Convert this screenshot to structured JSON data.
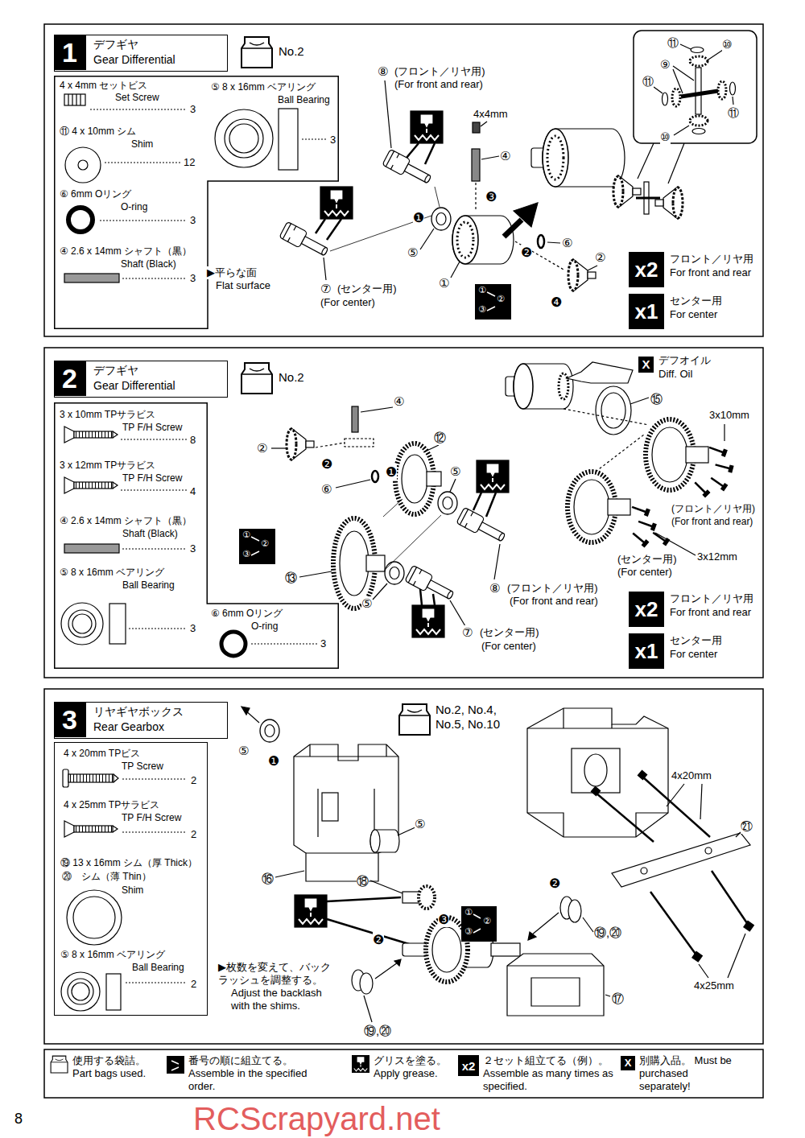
{
  "diagram": {
    "nodes": [
      {
        "text": [
          "1",
          "デフギヤ",
          "Gear Differential"
        ]
      },
      {
        "text": [
          "No.2"
        ]
      },
      {
        "text": [
          "4 x 4mm セットビス",
          "Set Screw",
          "3",
          "⑪ 4 x 10mm シム",
          "Shim",
          "12",
          "⑥ 6mm Oリング",
          "O-ring",
          "3",
          "④ 2.6 x 14mm シャフト（黒）",
          "Shaft (Black)",
          "3",
          "⑤ 8 x 16mm ベアリング",
          "Ball Bearing",
          "3"
        ]
      },
      {
        "text": [
          "①",
          "②",
          "③"
        ]
      },
      {
        "text": [
          "x2",
          "フロント／リヤ用",
          "For front and rear"
        ]
      },
      {
        "text": [
          "x1",
          "センター用",
          "For center"
        ]
      },
      {
        "text": [
          "2",
          "デフギヤ",
          "Gear Differential"
        ]
      },
      {
        "text": [
          "No.2"
        ]
      },
      {
        "text": [
          "3 x 10mm TPサラビス",
          "TP F/H Screw",
          "8",
          "3 x 12mm TPサラビス",
          "TP F/H Screw",
          "4",
          "④ 2.6 x 14mm シャフト（黒）",
          "Shaft (Black)",
          "3",
          "⑤ 8 x 16mm ベアリング",
          "Ball Bearing",
          "3",
          "⑥ 6mm Oリング",
          "O-ring",
          "3"
        ]
      },
      {
        "text": [
          "①",
          "②",
          "③"
        ]
      },
      {
        "text": [
          "x2",
          "フロント／リヤ用",
          "For front and rear"
        ]
      },
      {
        "text": [
          "x1",
          "センター用",
          "For center"
        ]
      },
      {
        "text": [
          "X",
          "デフオイル",
          "Diff. Oil"
        ]
      },
      {
        "text": [
          "3",
          "リヤギヤボックス",
          "Rear Gearbox"
        ]
      },
      {
        "text": [
          "No.2, No.4, No.5, No.10"
        ]
      },
      {
        "text": [
          "4 x 20mm TPビス",
          "TP Screw",
          "2",
          "4 x 25mm TPサラビス",
          "TP F/H Screw",
          "2",
          "⑲ 13 x 16mm シム（厚 Thick）",
          "⑳",
          "シム（薄 Thin）",
          "Shim",
          "⑤ 8 x 16mm ベアリング",
          "Ball Bearing",
          "2"
        ]
      },
      {
        "text": [
          "①",
          "②",
          "③"
        ]
      }
    ],
    "labels": [
      "⑧",
      "(フロント／リヤ用)",
      "(For front and rear)",
      "4x4mm",
      "④",
      "❸",
      "❶",
      "⑤",
      "①",
      "❷",
      "⑥",
      "②",
      "❹",
      "⑦",
      "(センター用)",
      "(For center)",
      "▶平らな面",
      "Flat surface",
      "⑪",
      "⑩",
      "⑨",
      "⑪",
      "⑩",
      "⑪",
      "④",
      "⑫",
      "②",
      "❷",
      "⑥",
      "❶",
      "⑤",
      "⑤",
      "⑬",
      "⑧",
      "(フロント／リヤ用)",
      "(For front and rear)",
      "⑦",
      "(センター用)",
      "(For center)",
      "⑮",
      "3x10mm",
      "(フロント／リヤ用)",
      "(For front and rear)",
      "3x12mm",
      "(センター用)",
      "(For center)",
      "⑤",
      "❶",
      "⑤",
      "⑯",
      "⑱",
      "❸",
      "❷",
      "❷",
      "⑲,⑳",
      "⑲,⑳",
      "⑰",
      "4x20mm",
      "㉑",
      "4x25mm",
      "▶枚数を変えて、バックラッシュを調整する。",
      "Adjust the backlash with the shims.",
      "x2",
      "X",
      "8",
      "RCScrapyard.net"
    ],
    "legend": [
      {
        "text": "使用する袋詰。 Part bags used."
      },
      {
        "text": "番号の順に組立てる。 Assemble in the specified order."
      },
      {
        "text": "グリスを塗る。 Apply grease."
      },
      {
        "text": "２セット組立てる（例）。 Assemble as many times as specified."
      },
      {
        "text": "別購入品。 Must be purchased separately!"
      }
    ]
  }
}
